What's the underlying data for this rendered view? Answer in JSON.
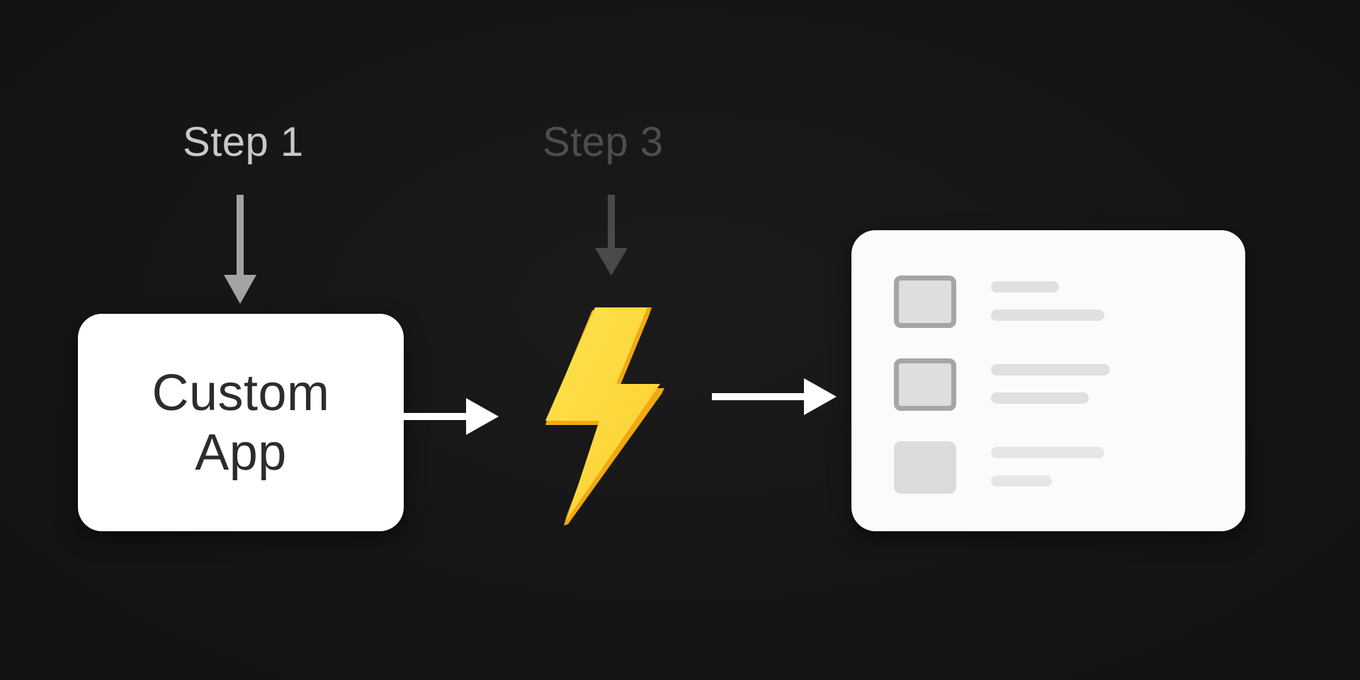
{
  "steps": {
    "step1": "Step 1",
    "step3": "Step 3"
  },
  "app_box": {
    "line1": "Custom",
    "line2": "App"
  },
  "icons": {
    "trigger": "lightning-bolt-icon",
    "output": "task-list-card-icon"
  },
  "list_card": {
    "rows": [
      {
        "checkbox_style": "strong",
        "line_a_width": 96,
        "line_b_width": 160,
        "line_color": "#e0e0e0"
      },
      {
        "checkbox_style": "strong",
        "line_a_width": 168,
        "line_b_width": 138,
        "line_color": "#e0e0e0"
      },
      {
        "checkbox_style": "faint",
        "line_a_width": 160,
        "line_b_width": 86,
        "line_color": "#e6e6e6"
      }
    ]
  },
  "colors": {
    "background": "#151516",
    "box": "#ffffff",
    "step1_label": "#c9c9c9",
    "step3_label": "#4d4d4f",
    "step1_arrow": "#a3a3a5",
    "step3_arrow": "#4a4a4c",
    "flow_arrow": "#ffffff",
    "bolt_fill": "#fcd535",
    "bolt_edge": "#f2ac14"
  }
}
